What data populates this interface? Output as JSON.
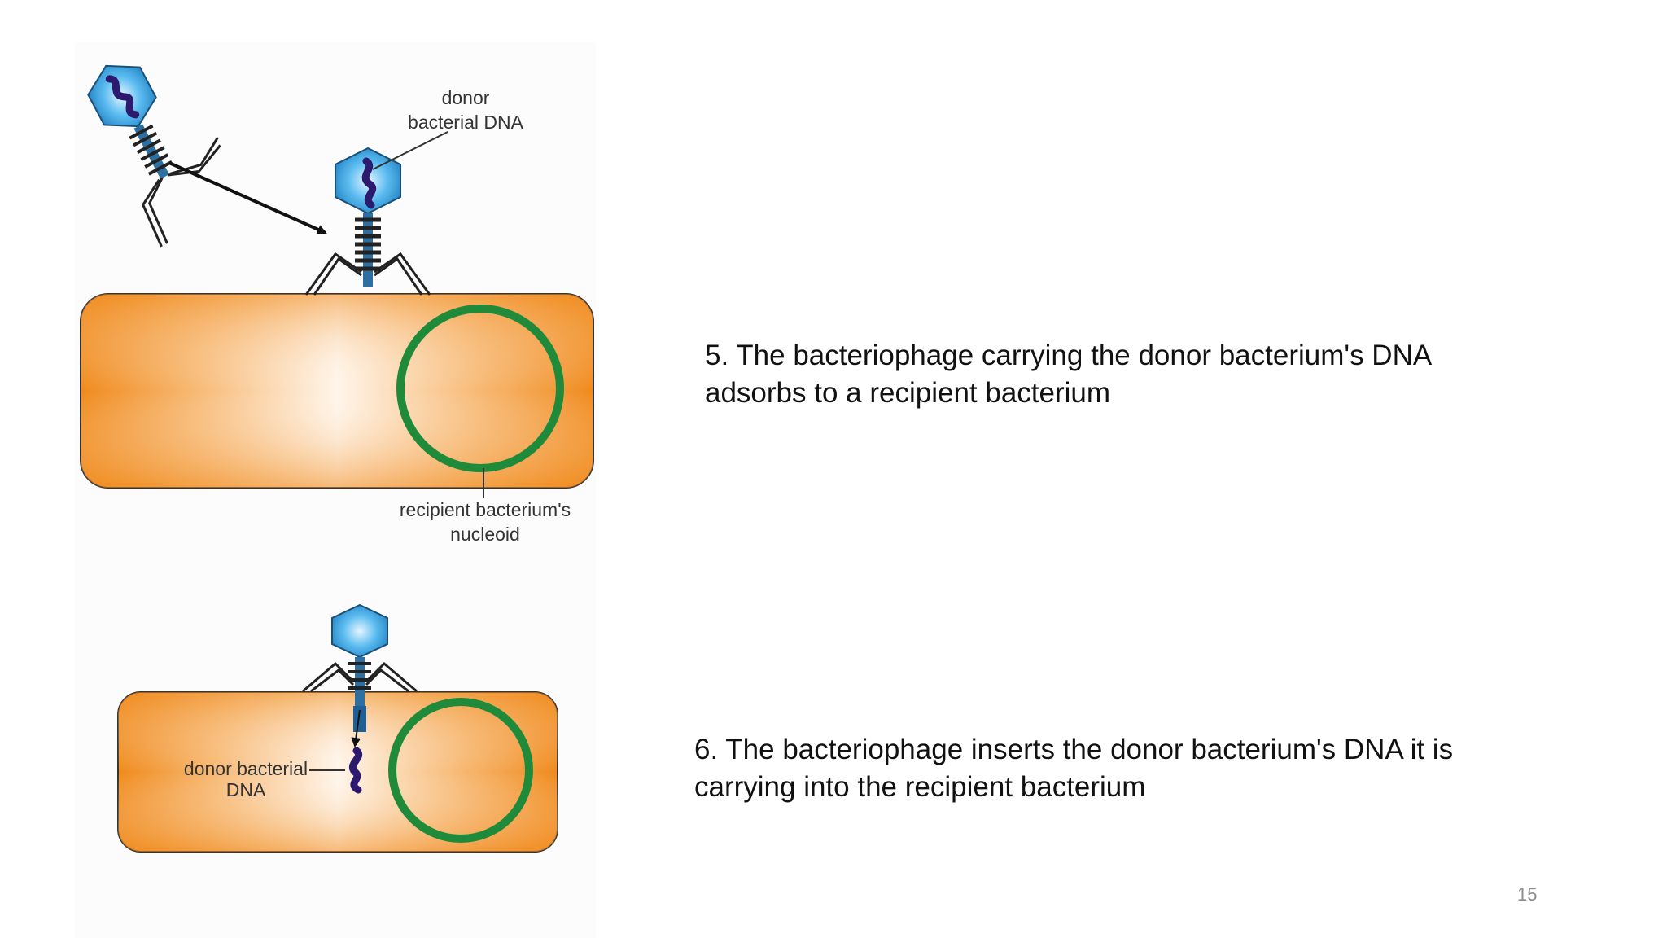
{
  "step5": {
    "caption_line1": "5. The bacteriophage carrying the donor bacterium's DNA",
    "caption_line2": "adsorbs to a recipient bacterium"
  },
  "step6": {
    "caption_line1": "6. The bacteriophage inserts the donor bacterium's DNA it is",
    "caption_line2": "carrying into the recipient bacterium"
  },
  "figure": {
    "label_donor_line1": "donor",
    "label_donor_line2": "bacterial DNA",
    "label_nucleoid_line1": "recipient bacterium's",
    "label_nucleoid_line2": "nucleoid",
    "label_inserted_line1": "donor bacterial",
    "label_inserted_line2": "DNA"
  },
  "page_number": "15",
  "colors": {
    "bacterium": "#f28c1e",
    "nucleoid": "#1f8b3a",
    "phage_head": "#3aa6e0",
    "dna": "#2b1a6e"
  }
}
